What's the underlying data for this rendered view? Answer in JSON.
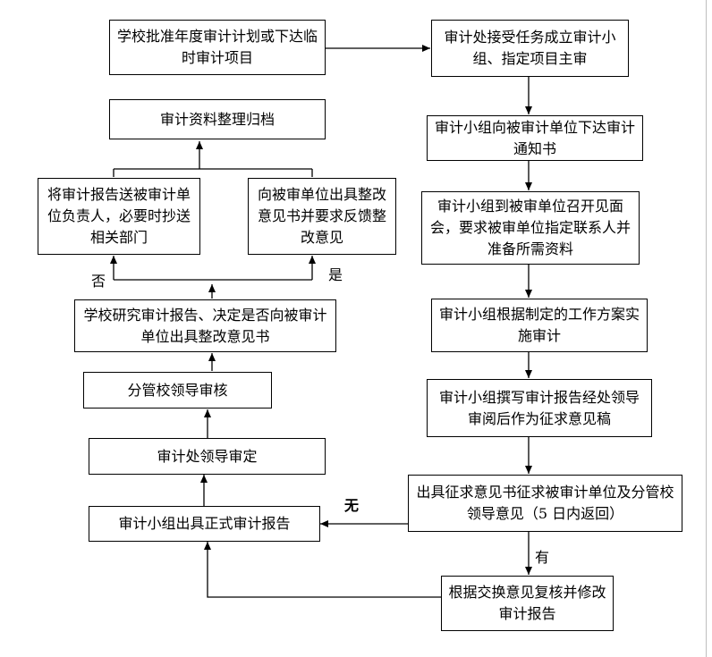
{
  "nodes": {
    "school_plan": "学校批准年度审计计划或下达临时审计项目",
    "archive": "审计资料整理归档",
    "send_report": "将审计报告送被审计单位负责人，必要时抄送相关部门",
    "rectify_notice": "向被审单位出具整改意见书并要求反馈整改意见",
    "school_study": "学校研究审计报告、决定是否向被审计单位出具整改意见书",
    "vice_leader_review": "分管校领导审核",
    "dept_leader_approve": "审计处领导审定",
    "formal_report": "审计小组出具正式审计报告",
    "accept_task": "审计处接受任务成立审计小组、指定项目主审",
    "issue_notice": "审计小组向被审计单位下达审计通知书",
    "meeting": "审计小组到被审单位召开见面会，要求被审单位指定联系人并准备所需资料",
    "implement": "审计小组根据制定的工作方案实施审计",
    "draft_report": "审计小组撰写审计报告经处领导审阅后作为征求意见稿",
    "solicit": "出具征求意见书征求被审计单位及分管校领导意见（5 日内返回）",
    "revise": "根据交换意见复核并修改审计报告"
  },
  "labels": {
    "no": "否",
    "yes": "是",
    "none": "无",
    "has": "有"
  }
}
